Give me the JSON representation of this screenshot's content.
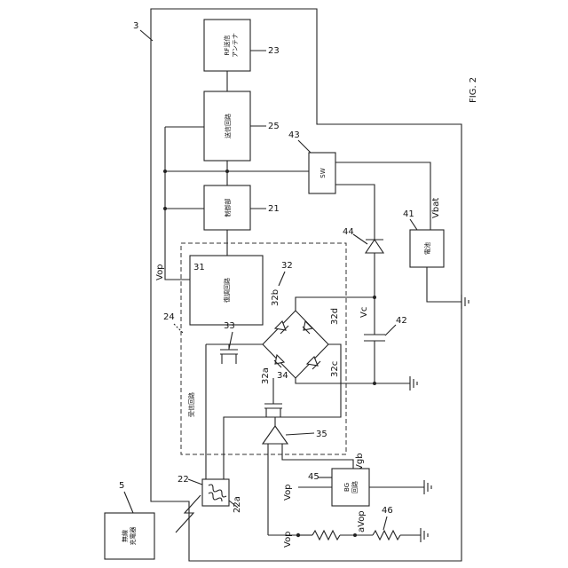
{
  "figure": {
    "title": "FIG. 2",
    "device_ref": "3",
    "charger_ref": "5",
    "charger_label": "無線\n充電器",
    "blocks": {
      "rf_antenna": {
        "label": "RF送信\nアンテナ",
        "ref": "23"
      },
      "tx_circuit": {
        "label": "送信回路",
        "ref": "25"
      },
      "controller": {
        "label": "制御部",
        "ref": "21"
      },
      "demod": {
        "label": "復調回路",
        "ref": "31"
      },
      "receiver": {
        "label": "受信回路",
        "ref": "24"
      },
      "battery": {
        "label": "電池",
        "ref": "41"
      },
      "switch": {
        "label": "SW",
        "ref": "43"
      },
      "bg_circuit": {
        "label": "BG\n回路",
        "ref": "45"
      }
    },
    "parts": {
      "coil_ref": "22",
      "coil_sub_ref": "22a",
      "bridge_ref": "32",
      "diode_a": "32a",
      "diode_b": "32b",
      "diode_c": "32c",
      "diode_d": "32d",
      "transistor_33": "33",
      "transistor_34": "34",
      "comparator_35": "35",
      "capacitor_42": "42",
      "diode_44": "44",
      "resistor_46": "46"
    },
    "signals": {
      "vop_1": "Vop",
      "vop_2": "Vop",
      "vop_3": "Vop",
      "vc": "Vc",
      "vbat": "Vbat",
      "vgb": "Vgb",
      "avop": "aVop"
    }
  }
}
